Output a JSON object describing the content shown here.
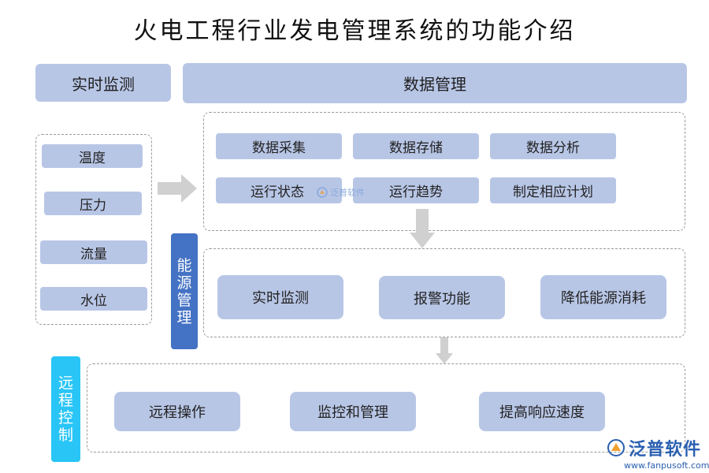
{
  "title": "火电工程行业发电管理系统的功能介绍",
  "headers": {
    "left": "实时监测",
    "right": "数据管理"
  },
  "monitor_items": [
    "温度",
    "压力",
    "流量",
    "水位"
  ],
  "data_mgmt_items": [
    "数据采集",
    "数据存储",
    "数据分析",
    "运行状态",
    "运行趋势",
    "制定相应计划"
  ],
  "energy": {
    "label_chars": [
      "能",
      "源",
      "管",
      "理"
    ],
    "items": [
      "实时监测",
      "报警功能",
      "降低能源消耗"
    ]
  },
  "remote": {
    "label_chars": [
      "远",
      "程",
      "控",
      "制"
    ],
    "items": [
      "远程操作",
      "监控和管理",
      "提高响应速度"
    ]
  },
  "watermark": "泛普软件",
  "logo": {
    "name": "泛普软件",
    "url": "www.fanpusoft.com"
  },
  "colors": {
    "box_fill": "#b8c6e6",
    "energy_bar": "#4472c4",
    "remote_bar": "#29c5f6",
    "arrow": "#d0d0d0"
  }
}
